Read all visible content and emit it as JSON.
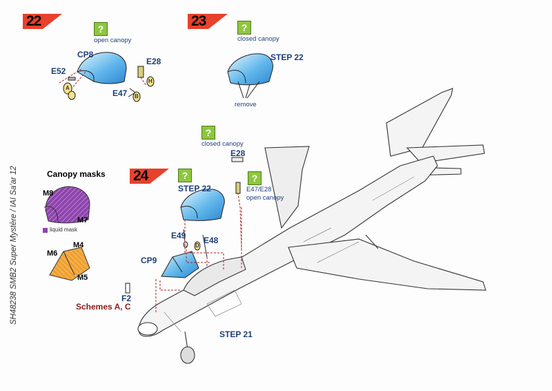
{
  "sidebar_text": "SH48238 SMB2 Super Mystère / IAI Sa'ar 12",
  "steps": [
    {
      "number": "22"
    },
    {
      "number": "23"
    },
    {
      "number": "24"
    }
  ],
  "icons": {
    "optional_part": "question-mark-icon",
    "question_glyph": "?"
  },
  "colors": {
    "step_flag": "#e8412c",
    "part_label": "#1f3f7a",
    "schemes": "#8b1b1b",
    "mask": "#8e44ad",
    "mask_orange": "#f0a030",
    "optional_icon": "#8dc63f",
    "canopy_blue": "#3c9fe0"
  },
  "labels": {
    "open_canopy_22": "open canopy",
    "cp8": "CP8",
    "e52": "E52",
    "e28_22": "E28",
    "e47_22": "E47",
    "letter_a": "A",
    "letter_b": "B",
    "letter_h": "H",
    "closed_canopy_23": "closed canopy",
    "step22_ref_23": "STEP 22",
    "remove": "remove",
    "closed_canopy_24": "closed canopy",
    "e28_24": "E28",
    "step22_ref_24": "STEP 22",
    "e47_e28": "E47/E28",
    "open_canopy_24": "open canopy",
    "e49": "E49",
    "e48": "E48",
    "letter_d": "D",
    "cp9": "CP9",
    "f2": "F2",
    "schemes": "Schemes A, C",
    "step21": "STEP 21"
  },
  "masks": {
    "title": "Canopy masks",
    "m8": "M8",
    "m7": "M7",
    "liquid_mask": "liquid mask",
    "m6": "M6",
    "m4": "M4",
    "m5": "M5"
  }
}
